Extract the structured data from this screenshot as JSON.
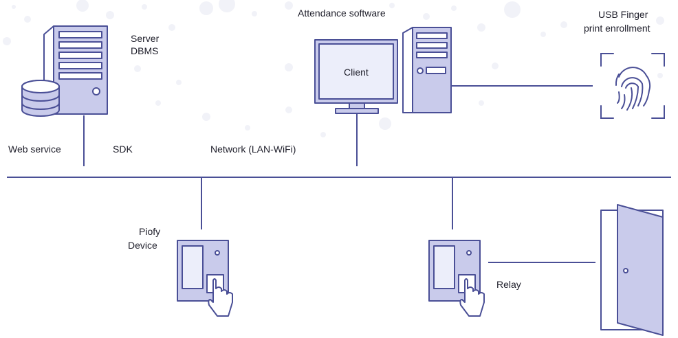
{
  "labels": {
    "server": "Server",
    "dbms": "DBMS",
    "web_service": "Web service",
    "sdk": "SDK",
    "network": "Network (LAN-WiFi)",
    "attendance_software": "Attendance software",
    "client": "Client",
    "usb_finger": "USB Finger",
    "print_enrollment": "print enrollment",
    "piofy": "Piofy",
    "device": "Device",
    "relay": "Relay"
  },
  "colors": {
    "stroke": "#4a4f96",
    "fill": "#c9cbeb",
    "screen": "#eceefa",
    "white": "#ffffff",
    "dots": "#f1f2f8",
    "text": "#1e1e2a"
  },
  "icons": {
    "server": "server-tower-icon",
    "database": "database-icon",
    "monitor": "monitor-icon",
    "desktop": "desktop-tower-icon",
    "fingerprint": "fingerprint-scanner-icon",
    "device": "fingerprint-device-icon",
    "hand": "pointing-hand-icon",
    "door": "door-icon"
  }
}
